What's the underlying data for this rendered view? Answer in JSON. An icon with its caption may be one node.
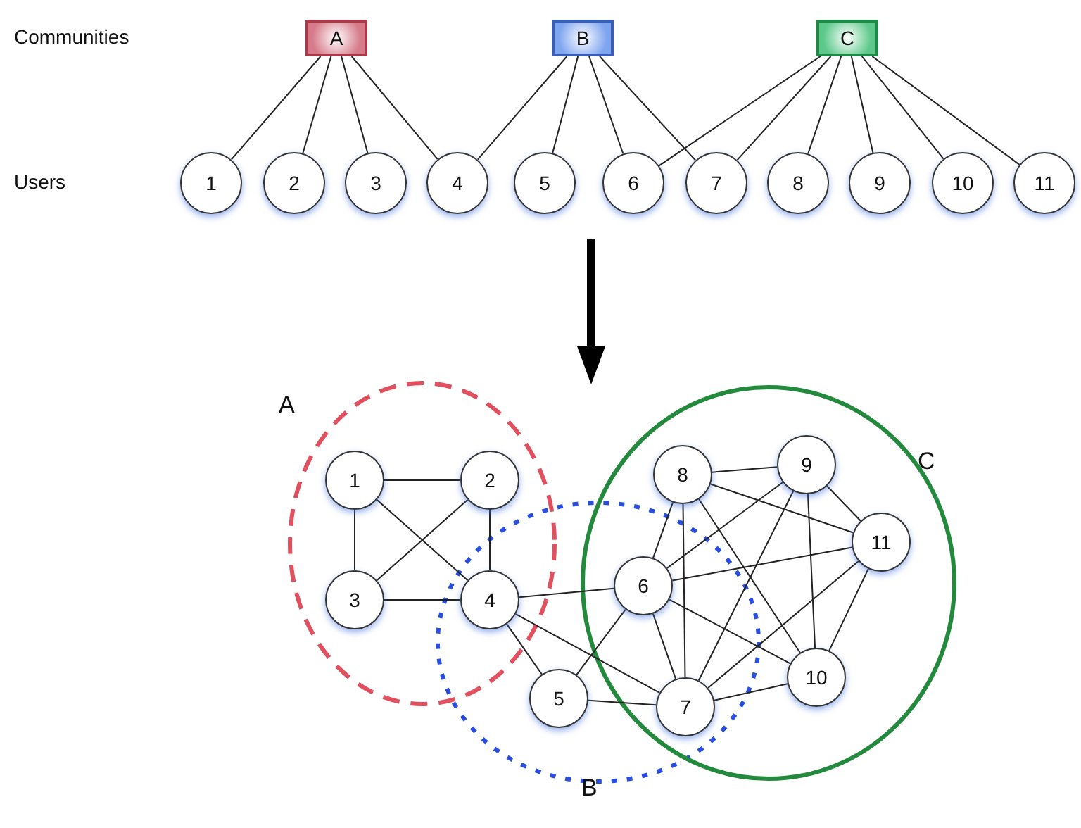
{
  "diagram": {
    "nodes": [
      {
        "text": [
          "A"
        ]
      },
      {
        "text": [
          "B"
        ]
      },
      {
        "text": [
          "C"
        ]
      },
      {
        "text": [
          "1"
        ]
      },
      {
        "text": [
          "2"
        ]
      },
      {
        "text": [
          "3"
        ]
      },
      {
        "text": [
          "4"
        ]
      },
      {
        "text": [
          "5"
        ]
      },
      {
        "text": [
          "6"
        ]
      },
      {
        "text": [
          "7"
        ]
      },
      {
        "text": [
          "8"
        ]
      },
      {
        "text": [
          "9"
        ]
      },
      {
        "text": [
          "10"
        ]
      },
      {
        "text": [
          "11"
        ]
      },
      {
        "text": [
          "A"
        ]
      },
      {
        "text": [
          "B"
        ]
      },
      {
        "text": [
          "C"
        ]
      },
      {
        "text": [
          "1"
        ],
        "in": 14
      },
      {
        "text": [
          "2"
        ],
        "in": 14
      },
      {
        "text": [
          "3"
        ],
        "in": 14
      },
      {
        "text": [
          "4"
        ]
      },
      {
        "text": [
          "5"
        ],
        "in": 15
      },
      {
        "text": [
          "6"
        ]
      },
      {
        "text": [
          "7"
        ]
      },
      {
        "text": [
          "8"
        ],
        "in": 16
      },
      {
        "text": [
          "9"
        ],
        "in": 16
      },
      {
        "text": [
          "10"
        ],
        "in": 16
      },
      {
        "text": [
          "11"
        ],
        "in": 16
      }
    ],
    "edges": [
      {
        "from": 0,
        "to": 3,
        "arrow": "none"
      },
      {
        "from": 0,
        "to": 4,
        "arrow": "none"
      },
      {
        "from": 0,
        "to": 5,
        "arrow": "none"
      },
      {
        "from": 0,
        "to": 6,
        "arrow": "none"
      },
      {
        "from": 1,
        "to": 6,
        "arrow": "none"
      },
      {
        "from": 1,
        "to": 7,
        "arrow": "none"
      },
      {
        "from": 1,
        "to": 8,
        "arrow": "none"
      },
      {
        "from": 1,
        "to": 9,
        "arrow": "none"
      },
      {
        "from": 2,
        "to": 8,
        "arrow": "none"
      },
      {
        "from": 2,
        "to": 9,
        "arrow": "none"
      },
      {
        "from": 2,
        "to": 10,
        "arrow": "none"
      },
      {
        "from": 2,
        "to": 11,
        "arrow": "none"
      },
      {
        "from": 2,
        "to": 12,
        "arrow": "none"
      },
      {
        "from": 2,
        "to": 13,
        "arrow": "none"
      },
      {
        "from": 17,
        "to": 18,
        "arrow": "none"
      },
      {
        "from": 17,
        "to": 19,
        "arrow": "none"
      },
      {
        "from": 17,
        "to": 20,
        "arrow": "none"
      },
      {
        "from": 18,
        "to": 19,
        "arrow": "none"
      },
      {
        "from": 18,
        "to": 20,
        "arrow": "none"
      },
      {
        "from": 19,
        "to": 20,
        "arrow": "none"
      },
      {
        "from": 20,
        "to": 22,
        "arrow": "none"
      },
      {
        "from": 20,
        "to": 21,
        "arrow": "none"
      },
      {
        "from": 20,
        "to": 23,
        "arrow": "none"
      },
      {
        "from": 21,
        "to": 22,
        "arrow": "none"
      },
      {
        "from": 21,
        "to": 23,
        "arrow": "none"
      },
      {
        "from": 22,
        "to": 24,
        "arrow": "none"
      },
      {
        "from": 22,
        "to": 25,
        "arrow": "none"
      },
      {
        "from": 22,
        "to": 27,
        "arrow": "none"
      },
      {
        "from": 22,
        "to": 23,
        "arrow": "none"
      },
      {
        "from": 22,
        "to": 26,
        "arrow": "none"
      },
      {
        "from": 24,
        "to": 25,
        "arrow": "none"
      },
      {
        "from": 24,
        "to": 23,
        "arrow": "none"
      },
      {
        "from": 24,
        "to": 27,
        "arrow": "none"
      },
      {
        "from": 24,
        "to": 26,
        "arrow": "none"
      },
      {
        "from": 25,
        "to": 23,
        "arrow": "none"
      },
      {
        "from": 25,
        "to": 26,
        "arrow": "none"
      },
      {
        "from": 25,
        "to": 27,
        "arrow": "none"
      },
      {
        "from": 27,
        "to": 23,
        "arrow": "none"
      },
      {
        "from": 27,
        "to": 26,
        "arrow": "none"
      },
      {
        "from": 23,
        "to": 26,
        "arrow": "none"
      }
    ],
    "labels": [
      "Communities",
      "Users"
    ]
  }
}
